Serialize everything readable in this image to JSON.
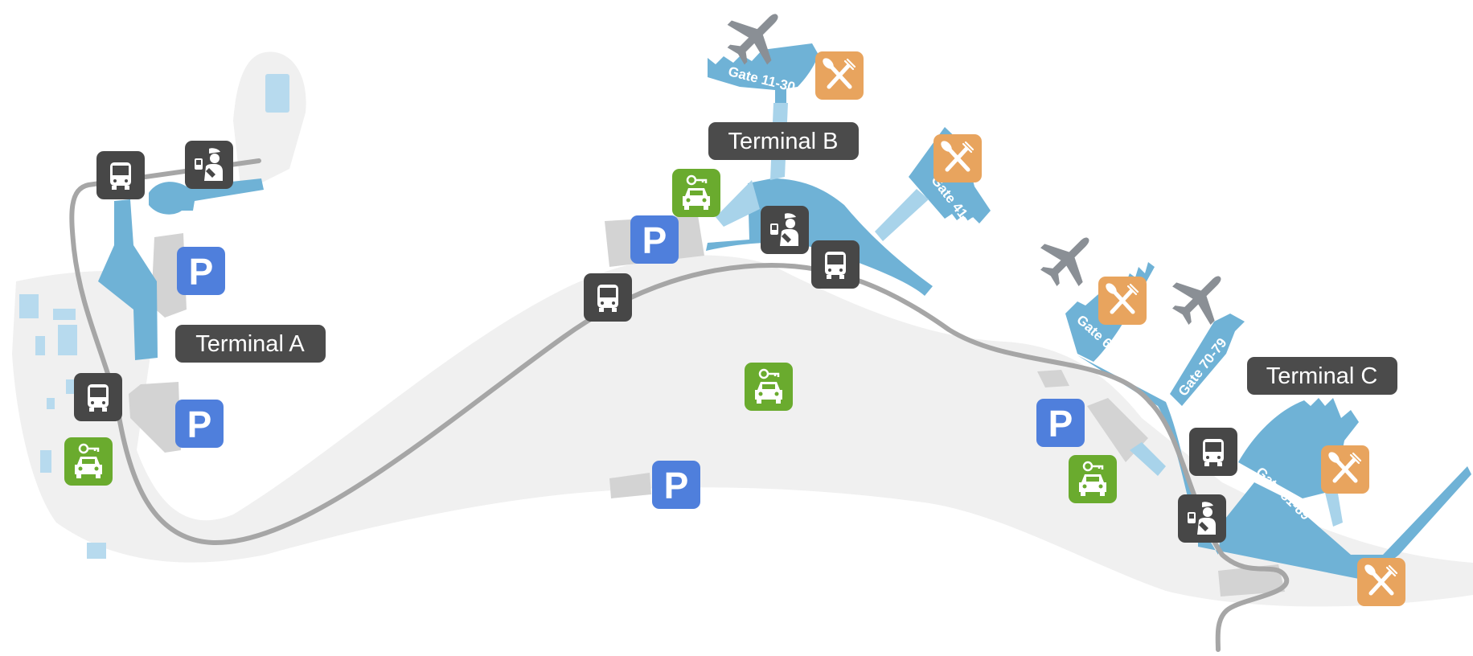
{
  "terminals": [
    {
      "id": "a",
      "label": "Terminal A"
    },
    {
      "id": "b",
      "label": "Terminal B"
    },
    {
      "id": "c",
      "label": "Terminal C"
    }
  ],
  "gates": [
    {
      "id": "11-30",
      "label": "Gate 11-30"
    },
    {
      "id": "41-59",
      "label": "Gate 41-59"
    },
    {
      "id": "60-69",
      "label": "Gate 60-69"
    },
    {
      "id": "70-79",
      "label": "Gate 70-79"
    },
    {
      "id": "81-89",
      "label": "Gate 81-89"
    }
  ],
  "parking_symbol": "P",
  "icons": {
    "bus": "bus-stop-icon",
    "parking": "parking-icon",
    "car_rental": "car-rental-icon",
    "restaurant": "restaurant-icon",
    "customs": "customs-officer-icon",
    "plane": "airplane-icon"
  },
  "colors": {
    "background": "#ffffff",
    "ground": "#f0f0f0",
    "building": "#d3d3d3",
    "terminal": "#6fb2d6",
    "terminal_light": "#a8d3ea",
    "road": "#a6a6a6",
    "label_bg": "#4b4b4b",
    "bus_bg": "#474747",
    "parking_bg": "#4f7fdc",
    "car_rental_bg": "#6aab2e",
    "restaurant_bg": "#e8a45e",
    "plane": "#8a8f95"
  }
}
